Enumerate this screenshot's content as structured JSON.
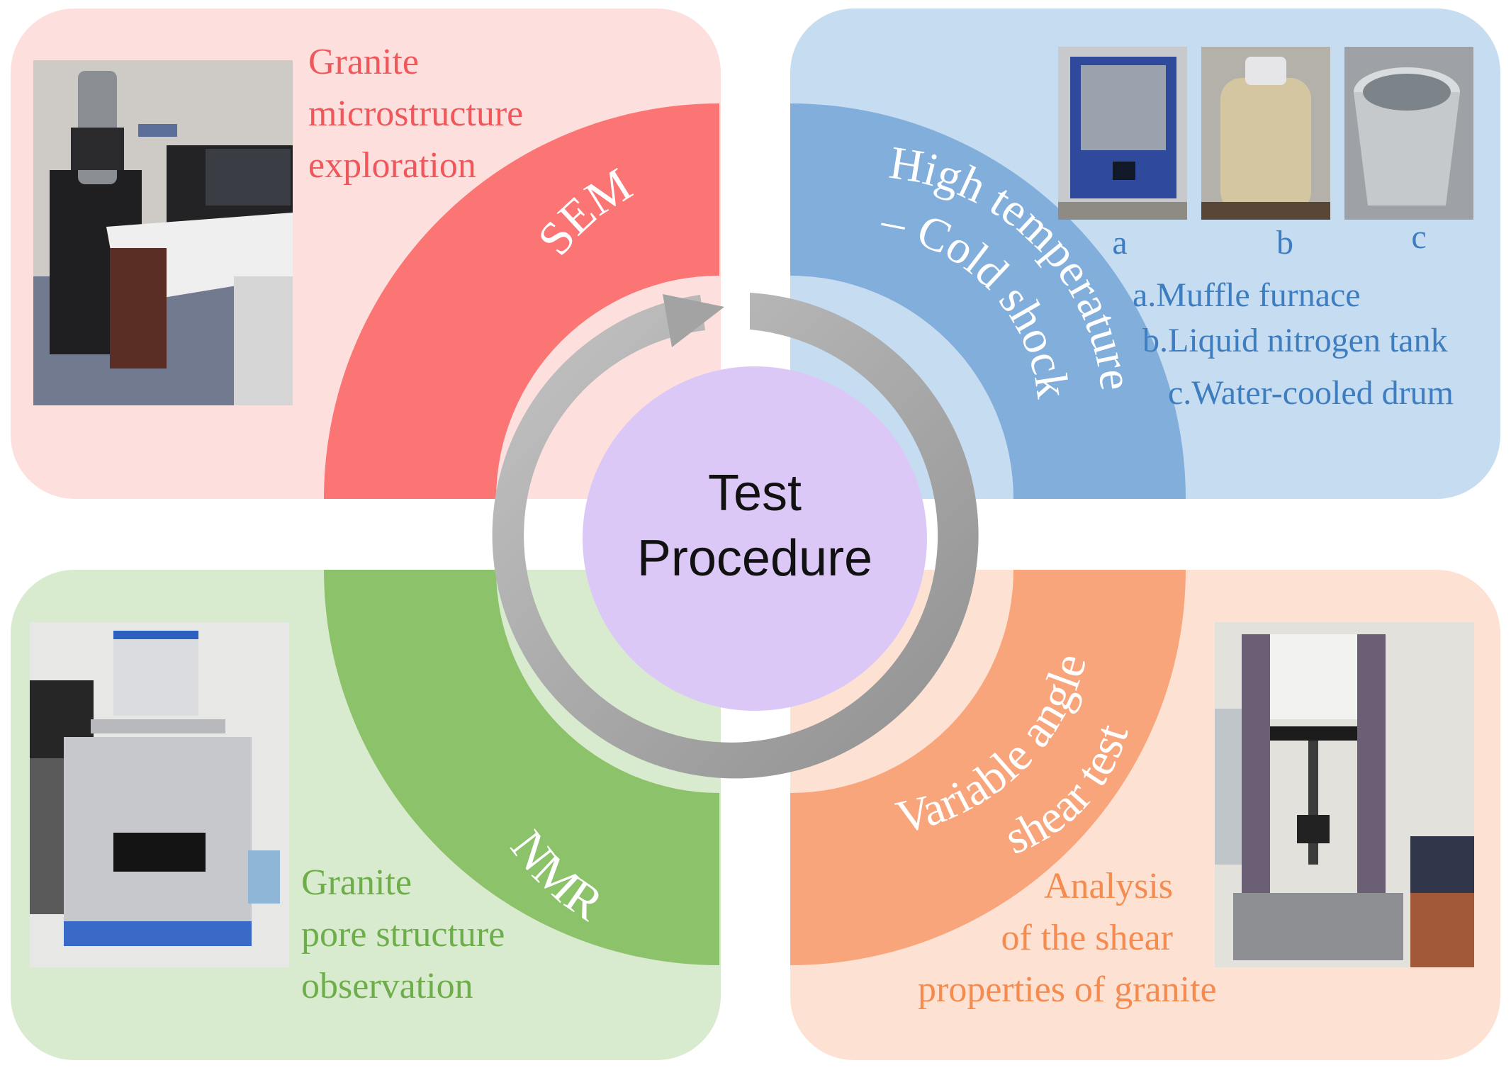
{
  "center": {
    "line1": "Test",
    "line2": "Procedure"
  },
  "quadrants": {
    "sem": {
      "label": "SEM",
      "desc": [
        "Granite",
        "microstructure",
        "exploration"
      ],
      "colors": {
        "panel": "#fde0de",
        "arc": "#fc7575",
        "text": "#f0575a"
      },
      "photo": "scanning-electron-microscope-photo"
    },
    "thermal": {
      "label_line1": "High temperature",
      "label_line2": "– Cold shock",
      "photo_labels": [
        "a",
        "b",
        "c"
      ],
      "legend": [
        "a.Muffle furnace",
        "b.Liquid nitrogen tank",
        "c.Water-cooled drum"
      ],
      "colors": {
        "panel": "#c6dcf0",
        "arc": "#82aedc",
        "text": "#3e7ec0"
      },
      "photos": [
        "muffle-furnace-photo",
        "liquid-nitrogen-tank-photo",
        "water-cooled-drum-photo"
      ]
    },
    "nmr": {
      "label": "NMR",
      "desc": [
        "Granite",
        "pore structure",
        "observation"
      ],
      "colors": {
        "panel": "#d9ebcf",
        "arc": "#8cc26a",
        "text": "#6eae4a"
      },
      "photo": "nmr-analyzer-photo"
    },
    "shear": {
      "label_line1": "Variable angle",
      "label_line2": "shear test",
      "desc": [
        "Analysis",
        "of the shear",
        "properties of granite"
      ],
      "colors": {
        "panel": "#fde2d4",
        "arc": "#f9a57c",
        "text": "#f58b4e"
      },
      "photo": "shear-testing-machine-photo"
    }
  },
  "cycle_colors": {
    "ring": "#a9a9a9",
    "inner": "#dcc8f6"
  }
}
